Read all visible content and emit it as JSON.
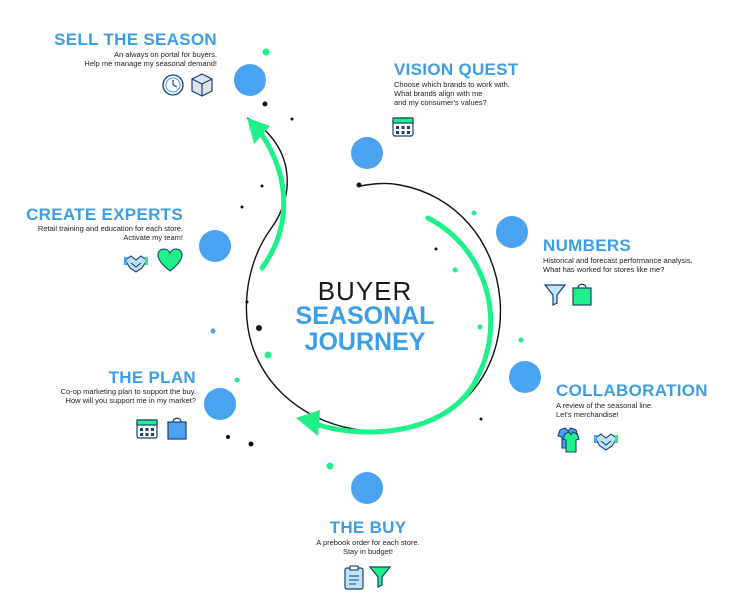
{
  "colors": {
    "blue": "#4aa3f0",
    "green": "#1ef08a",
    "black": "#111111",
    "title_blue": "#3b9ee8"
  },
  "center": {
    "line1": "BUYER",
    "line2": "SEASONAL",
    "line3": "JOURNEY"
  },
  "stages": {
    "sell": {
      "title": "SELL THE SEASON",
      "desc1": "An always on portal for buyers.",
      "desc2": "Help me manage my seasonal demand!",
      "icons": [
        "clock-icon",
        "box-icon"
      ]
    },
    "vision": {
      "title": "VISION QUEST",
      "desc1": "Choose which brands to work with.",
      "desc2": "What brands align with me",
      "desc3": "and my consumer's values?",
      "icons": [
        "calendar-icon"
      ]
    },
    "experts": {
      "title": "CREATE EXPERTS",
      "desc1": "Retail training and education for each store.",
      "desc2": "Activate my team!",
      "icons": [
        "handshake-icon",
        "heart-icon"
      ]
    },
    "numbers": {
      "title": "NUMBERS",
      "desc1": "Historical and forecast performance analysis.",
      "desc2": "What has worked for stores like me?",
      "icons": [
        "funnel-icon",
        "shopping-bag-icon"
      ]
    },
    "plan": {
      "title": "THE PLAN",
      "desc1": "Co-op marketing plan to support the buy.",
      "desc2": "How will you support me in my market?",
      "icons": [
        "calendar-icon",
        "shopping-bag-icon"
      ]
    },
    "collab": {
      "title": "COLLABORATION",
      "desc1": "A review of the seasonal line.",
      "desc2": "Let's merchandise!",
      "icons": [
        "tshirt-icon",
        "handshake-icon"
      ]
    },
    "buy": {
      "title": "THE BUY",
      "desc1": "A prebook order for each store.",
      "desc2": "Stay in budget!",
      "icons": [
        "clipboard-icon",
        "funnel-icon"
      ]
    }
  }
}
